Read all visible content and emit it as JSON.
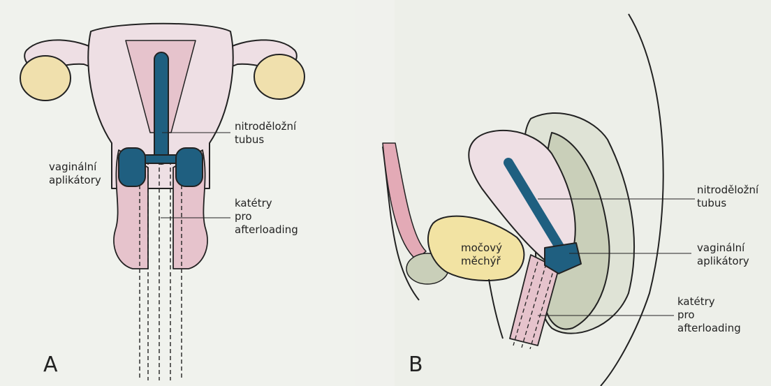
{
  "diagram": {
    "panel_a": {
      "letter": "A",
      "labels": {
        "intrauterine_tube": "nitroděložní\ntubus",
        "vaginal_applicators": "vaginální\naplikátory",
        "catheters": "katétry\npro\nafterloading"
      }
    },
    "panel_b": {
      "letter": "B",
      "labels": {
        "bladder": "močový\nměchýř",
        "intrauterine_tube": "nitroděložní\ntubus",
        "vaginal_applicators": "vaginální\naplikátory",
        "catheters": "katétry\npro\nafterloading"
      }
    },
    "colors": {
      "uterus": "#eedfe4",
      "myometrium": "#e6c3cc",
      "ovary": "#f0e0ad",
      "applicator": "#1f5f80",
      "bladder": "#f2e3a3",
      "rectum": "#c9cfb9",
      "bone": "#dfe3d6",
      "rectal_wall": "#e3aab6"
    }
  }
}
